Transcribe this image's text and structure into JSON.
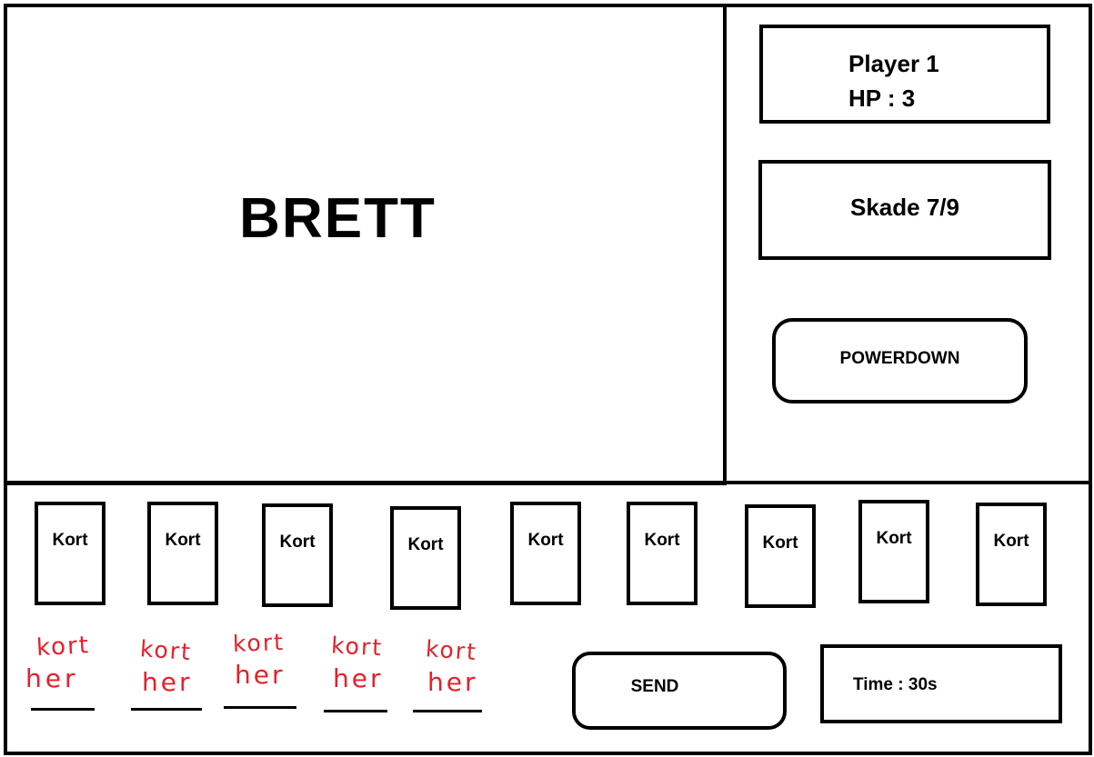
{
  "board": {
    "label": "BRETT"
  },
  "player": {
    "name": "Player 1",
    "hp": "HP : 3"
  },
  "damage": {
    "label": "Skade 7/9"
  },
  "powerdown": {
    "label": "POWERDOWN"
  },
  "hand_cards": [
    {
      "label": "Kort"
    },
    {
      "label": "Kort"
    },
    {
      "label": "Kort"
    },
    {
      "label": "Kort"
    },
    {
      "label": "Kort"
    },
    {
      "label": "Kort"
    },
    {
      "label": "Kort"
    },
    {
      "label": "Kort"
    },
    {
      "label": "Kort"
    }
  ],
  "program_slots": [
    {
      "line1": "kort",
      "line2": "her"
    },
    {
      "line1": "kort",
      "line2": "her"
    },
    {
      "line1": "kort",
      "line2": "her"
    },
    {
      "line1": "kort",
      "line2": "her"
    },
    {
      "line1": "kort",
      "line2": "her"
    }
  ],
  "send": {
    "label": "SEND"
  },
  "timer": {
    "label": "Time : 30s"
  },
  "colors": {
    "ink": "#000000",
    "handwriting": "#e8202a",
    "background": "#ffffff"
  }
}
